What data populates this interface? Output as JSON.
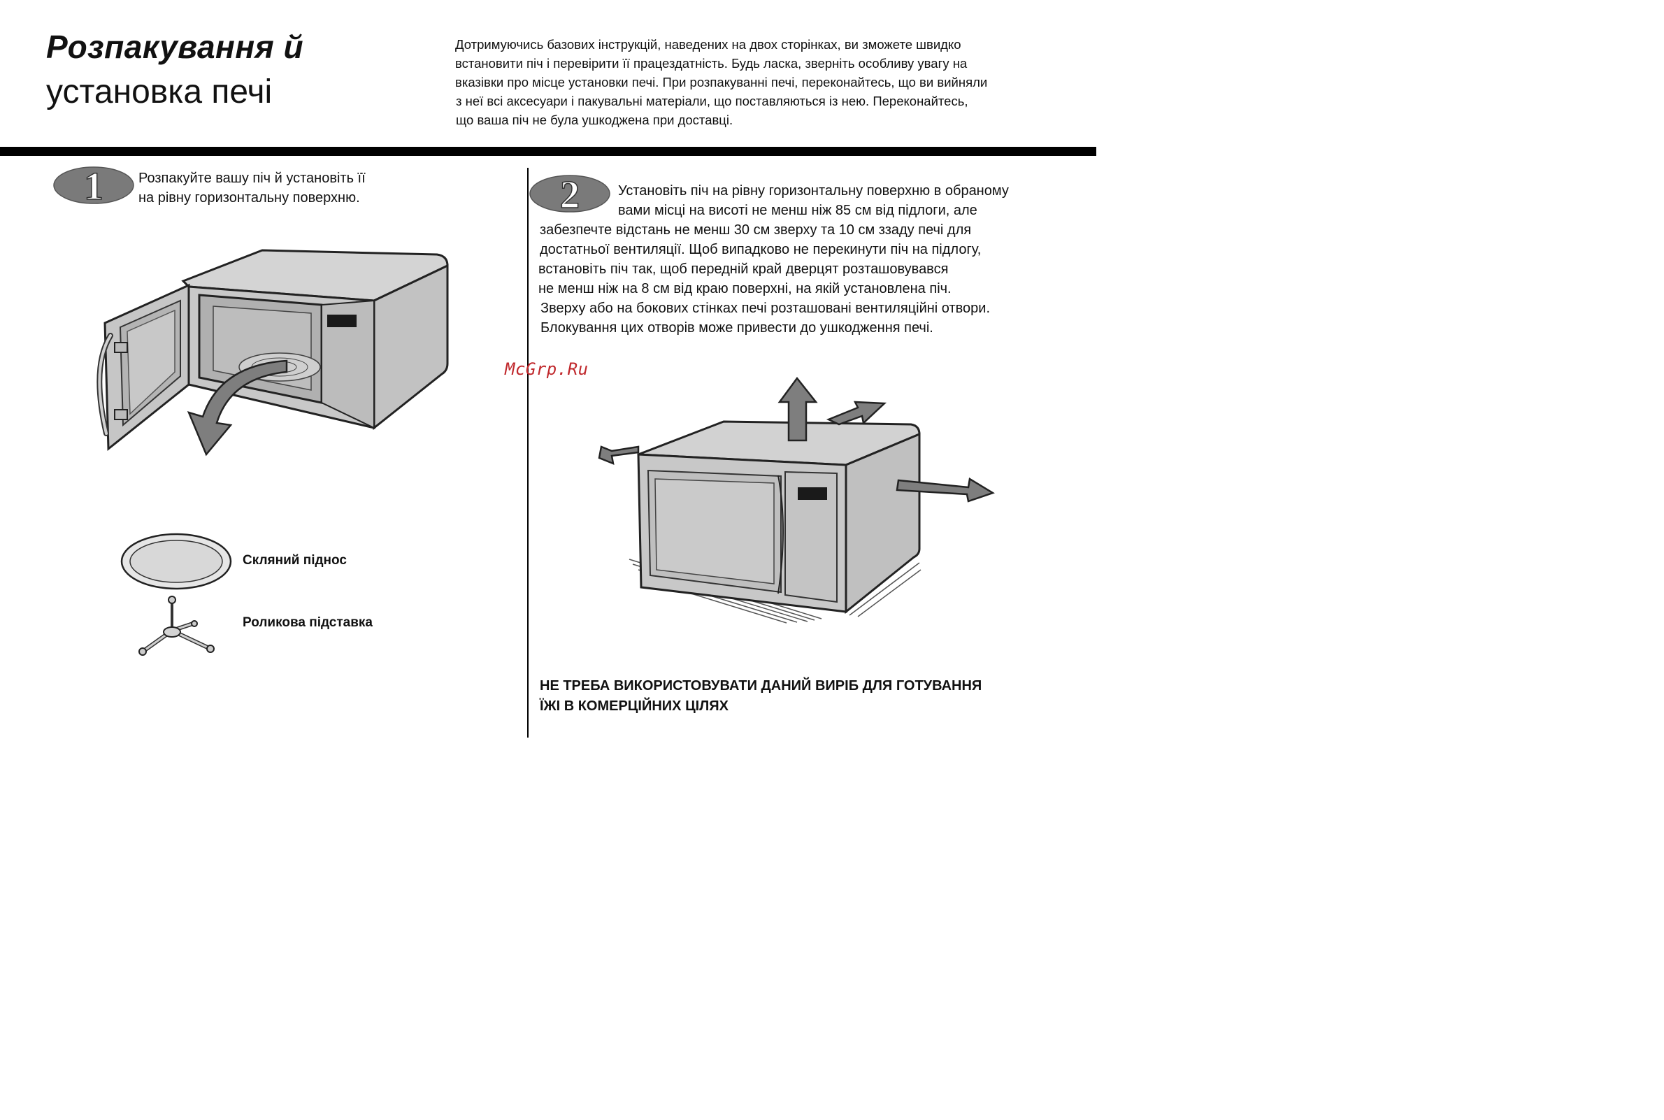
{
  "title": {
    "line1": "Розпакування й",
    "line2": "установка печі"
  },
  "intro": [
    "Дотримуючись базових інструкцій, наведених на двох сторінках, ви зможете швидко",
    "встановити піч і перевірити її працездатність. Будь ласка, зверніть особливу увагу на",
    "вказівки про місце установки печі. При розпакуванні печі, переконайтесь, що ви вийняли",
    "з неї всі аксесуари і пакувальні матеріали, що поставляються із нею. Переконайтесь,",
    "що ваша піч не була ушкоджена при доставці."
  ],
  "step1": {
    "number": "1",
    "lines": [
      "Розпакуйте вашу піч й установіть її",
      "на рівну горизонтальну поверхню."
    ],
    "accessories": {
      "glass_tray": "Скляний піднос",
      "roller_stand": "Роликова підставка"
    }
  },
  "step2": {
    "number": "2",
    "lines": [
      "Установіть піч на рівну горизонтальну поверхню в обраному",
      "вами місці на висоті не менш ніж 85 см від підлоги, але",
      "забезпечте відстань не менш 30 см зверху та 10 см ззаду печі для",
      "достатньої вентиляції.  Щоб випадково не перекинути піч на підлогу,",
      "встановіть піч так, щоб передній край  дверцят розташовувався",
      "не менш ніж на 8 см від краю поверхні,  на якій установлена піч.",
      "Зверху або на бокових стінках печі розташовані вентиляційні отвори.",
      "Блокування цих отворів може привести до ушкодження печі."
    ]
  },
  "watermark": "McGrp.Ru",
  "warning": [
    "НЕ ТРЕБА ВИКОРИСТОВУВАТИ ДАНИЙ ВИРІБ ДЛЯ ГОТУВАННЯ",
    "ЇЖІ В КОМЕРЦІЙНИХ ЦІЛЯХ"
  ],
  "colors": {
    "appliance_fill": "#c8c8c8",
    "badge_fill": "#7a7a7a",
    "arrow_fill": "#808080",
    "watermark": "#c0282c"
  }
}
